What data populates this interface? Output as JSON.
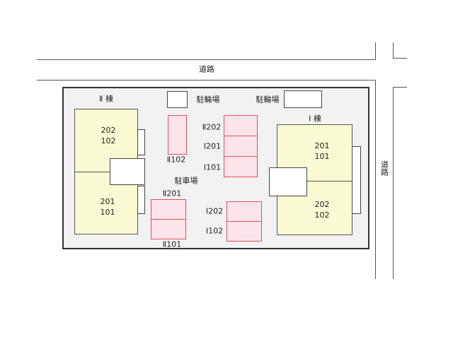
{
  "roads": {
    "top": "道路",
    "right": "道路"
  },
  "building_2": {
    "label": "Ⅱ 棟",
    "upper_units": [
      "202",
      "102"
    ],
    "lower_units": [
      "201",
      "101"
    ]
  },
  "building_1": {
    "label": "Ⅰ 棟",
    "upper_units": [
      "201",
      "101"
    ],
    "lower_units": [
      "202",
      "102"
    ]
  },
  "bike_parking": {
    "left": "駐輪場",
    "right": "駐輪場"
  },
  "parking": {
    "label": "駐車場",
    "spaces": [
      "Ⅱ102",
      "Ⅱ202",
      "Ⅰ201",
      "Ⅰ101",
      "Ⅱ201",
      "Ⅱ101",
      "Ⅰ202",
      "Ⅰ102"
    ]
  },
  "colors": {
    "building": "#fafad2",
    "parking": "#fde3ea",
    "parking_border": "#e05060",
    "lot": "#f2f2f2"
  }
}
